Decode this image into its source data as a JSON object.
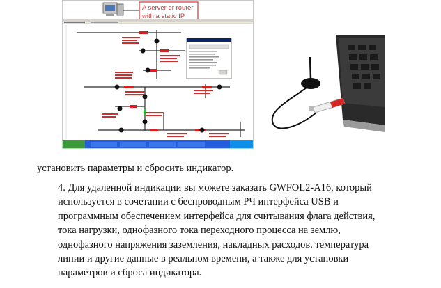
{
  "figure_software": {
    "callout_line1": "A server or router",
    "callout_line2": "with a static IP"
  },
  "paragraph_end": "установить параметры и сбросить индикатор.",
  "item4": "4. Для удаленной индикации вы можете заказать GWFOL2-A16, который\nиспользуется в сочетании с беспроводным РЧ интерфейса USB и\nпрограммным обеспечением интерфейса для считывания флага действия,\nтока нагрузки, однофазного тока переходного процесса на землю,\nоднофазного напряжения заземления, накладных расходов. температура\nлинии и другие данные в реальном времени, а также для установки\nпараметров и сброса индикатора.",
  "colors": {
    "callout_border": "#e03030",
    "callout_text": "#e03030",
    "line": "#2b2b2b",
    "highlight": "#d81e1e",
    "window_title": "#0a246a",
    "taskbar": "#245edc"
  }
}
